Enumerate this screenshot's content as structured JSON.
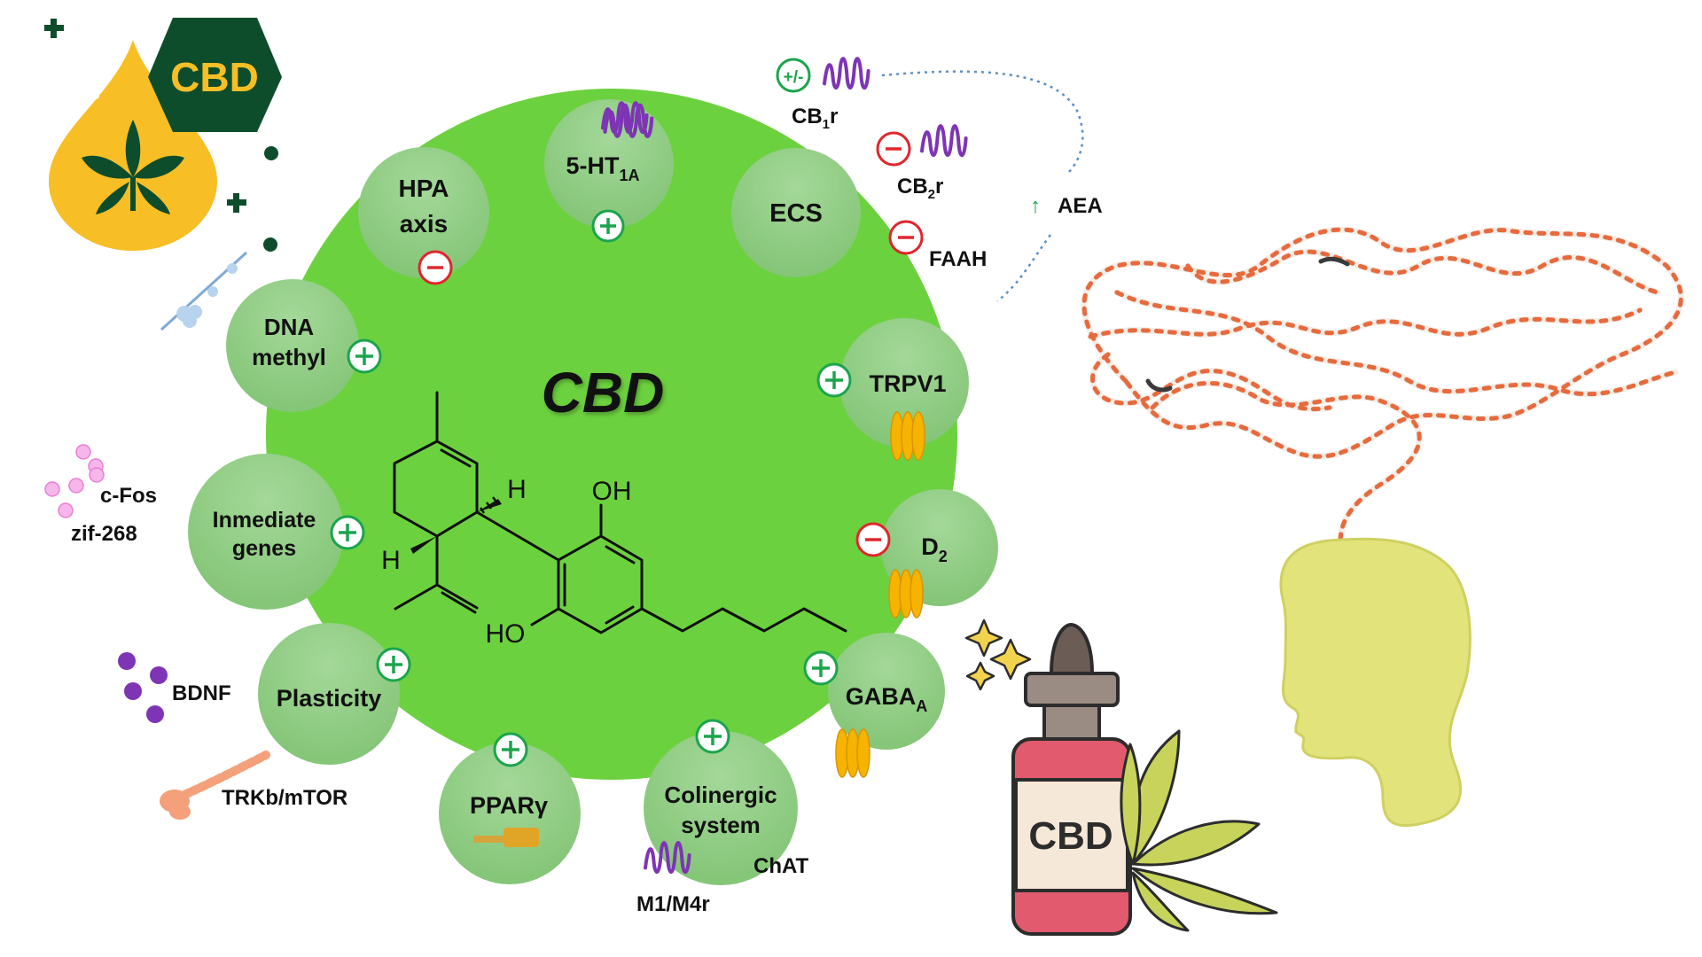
{
  "hub": {
    "title": "CBD"
  },
  "molecule": {
    "oh_top": "OH",
    "oh_bottom": "HO",
    "h_upper": "H",
    "h_lower": "H"
  },
  "logo": {
    "text": "CBD"
  },
  "bottle": {
    "label": "CBD"
  },
  "colors": {
    "hub_fill": "#6CD13F",
    "node_fill": "#93CF86",
    "plus_color": "#1BA44D",
    "minus_color": "#E0262D",
    "receptor_purple": "#7E35B5",
    "channel_yellow": "#F6B300",
    "annotation_teal": "#1BA44D",
    "dotted_line": "#5B8FC2",
    "logo_dark": "#0E4D2B",
    "drop_yellow": "#F7BE26",
    "bottle_red": "#E25A6D",
    "string_orange": "#E76A3E",
    "felt_yellow": "#E2E37A"
  },
  "nodes": [
    {
      "key": "five_ht1a",
      "label": "5-HT",
      "sub": "1A",
      "effect": "+"
    },
    {
      "key": "ecs",
      "label": "ECS",
      "effect": "none"
    },
    {
      "key": "trpv1",
      "label": "TRPV1",
      "effect": "+",
      "icon": "ion-channel-icon"
    },
    {
      "key": "d2",
      "label": "D",
      "sub": "2",
      "effect": "-",
      "icon": "ion-channel-icon"
    },
    {
      "key": "gaba_a",
      "label": "GABA",
      "sub": "A",
      "effect": "+",
      "icon": "ion-channel-icon"
    },
    {
      "key": "colinergic",
      "lines": [
        "Colinergic",
        "system"
      ],
      "effect": "+"
    },
    {
      "key": "ppar_gamma",
      "label": "PPARγ",
      "effect": "+",
      "icon": "nuclear-receptor-icon"
    },
    {
      "key": "plasticity",
      "label": "Plasticity",
      "effect": "+"
    },
    {
      "key": "immediate_genes",
      "lines": [
        "Inmediate",
        "genes"
      ],
      "effect": "+"
    },
    {
      "key": "dna_methyl",
      "lines": [
        "DNA",
        "methyl"
      ],
      "effect": "+"
    },
    {
      "key": "hpa_axis",
      "lines": [
        "HPA",
        "axis"
      ],
      "effect": "-"
    }
  ],
  "annotations": {
    "cb1r": {
      "label": "CB",
      "sub": "1",
      "tail": "r",
      "effect": "+/-"
    },
    "cb2r": {
      "label": "CB",
      "sub": "2",
      "tail": "r",
      "effect": "-"
    },
    "faah": {
      "label": "FAAH",
      "effect": "-"
    },
    "aea": {
      "arrow": "↑",
      "label": "AEA"
    },
    "cfos": {
      "label": "c-Fos"
    },
    "zif": {
      "label": "zif-268"
    },
    "bdnf": {
      "label": "BDNF"
    },
    "trkb": {
      "label": "TRKb/mTOR"
    },
    "chat": {
      "label": "ChAT"
    },
    "m1m4r": {
      "label": "M1/M4r"
    }
  }
}
